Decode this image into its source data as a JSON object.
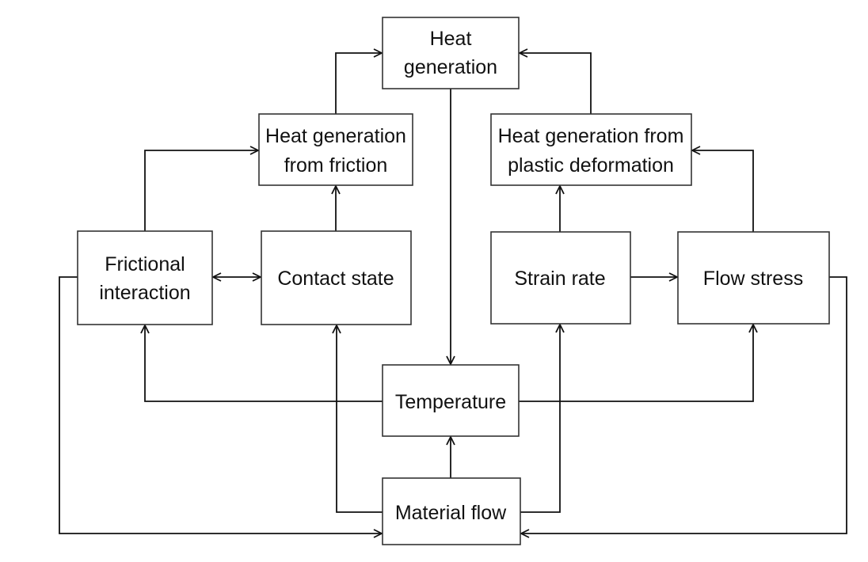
{
  "diagram": {
    "type": "flowchart",
    "nodes": [
      {
        "id": "heat_generation",
        "lines": [
          "Heat",
          "generation"
        ]
      },
      {
        "id": "hg_friction",
        "lines": [
          "Heat generation",
          "from friction"
        ]
      },
      {
        "id": "hg_plastic",
        "lines": [
          "Heat generation from",
          "plastic deformation"
        ]
      },
      {
        "id": "frictional_interaction",
        "lines": [
          "Frictional",
          "interaction"
        ]
      },
      {
        "id": "contact_state",
        "lines": [
          "Contact state"
        ]
      },
      {
        "id": "strain_rate",
        "lines": [
          "Strain rate"
        ]
      },
      {
        "id": "flow_stress",
        "lines": [
          "Flow stress"
        ]
      },
      {
        "id": "temperature",
        "lines": [
          "Temperature"
        ]
      },
      {
        "id": "material_flow",
        "lines": [
          "Material flow"
        ]
      }
    ],
    "edges": [
      {
        "from": "hg_friction",
        "to": "heat_generation"
      },
      {
        "from": "hg_plastic",
        "to": "heat_generation"
      },
      {
        "from": "heat_generation",
        "to": "temperature"
      },
      {
        "from": "frictional_interaction",
        "to": "hg_friction"
      },
      {
        "from": "contact_state",
        "to": "hg_friction"
      },
      {
        "from": "strain_rate",
        "to": "hg_plastic"
      },
      {
        "from": "flow_stress",
        "to": "hg_plastic"
      },
      {
        "from": "frictional_interaction",
        "to": "contact_state",
        "bidirectional": true
      },
      {
        "from": "strain_rate",
        "to": "flow_stress"
      },
      {
        "from": "temperature",
        "to": "frictional_interaction"
      },
      {
        "from": "temperature",
        "to": "flow_stress"
      },
      {
        "from": "material_flow",
        "to": "temperature"
      },
      {
        "from": "material_flow",
        "to": "contact_state"
      },
      {
        "from": "material_flow",
        "to": "strain_rate"
      },
      {
        "from": "frictional_interaction",
        "to": "material_flow"
      },
      {
        "from": "flow_stress",
        "to": "material_flow"
      }
    ]
  }
}
